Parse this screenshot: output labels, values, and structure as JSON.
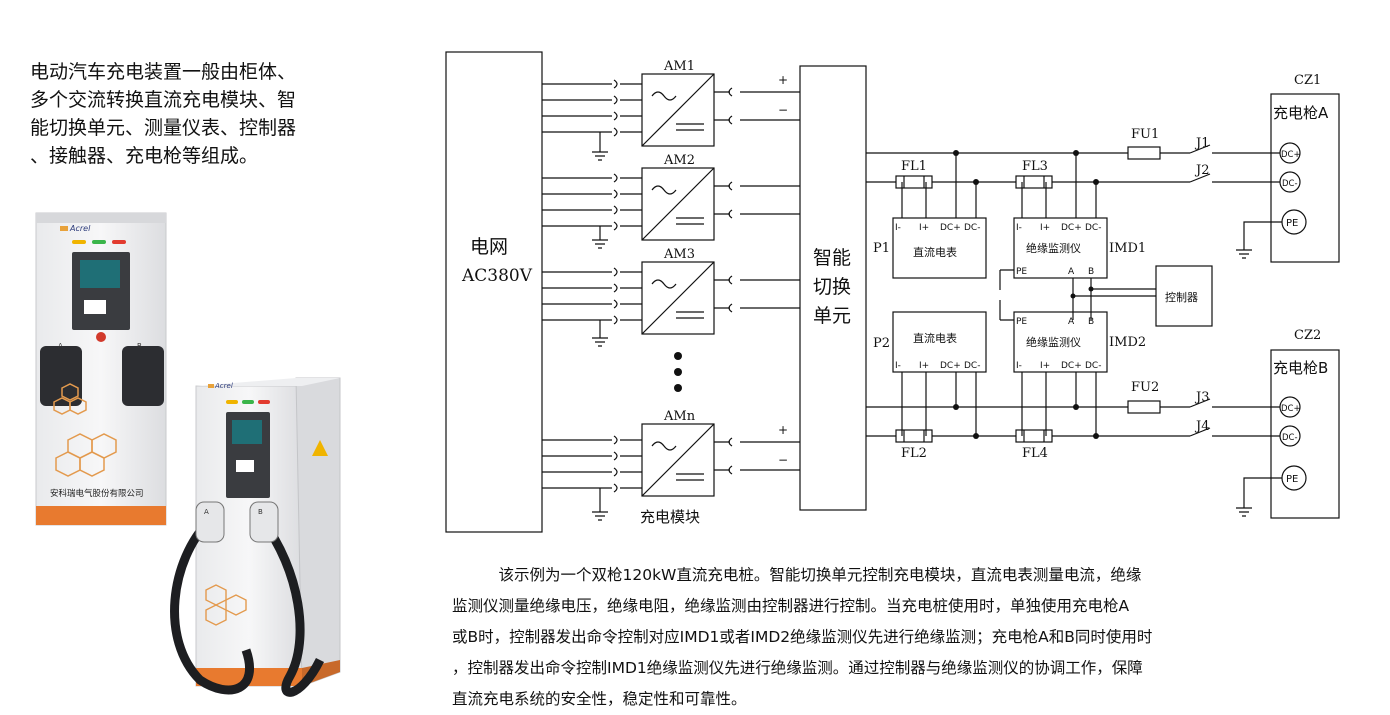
{
  "intro": {
    "lines": [
      "电动汽车充电装置一般由柜体、",
      "多个交流转换直流充电模块、智",
      "能切换单元、测量仪表、控制器",
      "、接触器、充电枪等组成。"
    ]
  },
  "product_image": {
    "brand": "Acrel",
    "company": "安科瑞电气股份有限公司",
    "gun_a": "A",
    "gun_b": "B"
  },
  "diagram": {
    "grid_label_1": "电网",
    "grid_label_2": "AC380V",
    "modules": [
      "AM1",
      "AM2",
      "AM3",
      "AMn"
    ],
    "module_group_label": "充电模块",
    "plus": "+",
    "minus": "−",
    "switch_unit": [
      "智能",
      "切换",
      "单元"
    ],
    "filters": [
      "FL1",
      "FL3",
      "FL2",
      "FL4"
    ],
    "fuses": [
      "FU1",
      "FU2"
    ],
    "contactors": [
      "J1",
      "J2",
      "J3",
      "J4"
    ],
    "p1": "P1",
    "p2": "P2",
    "dc_meter": "直流电表",
    "insulation_monitor": "绝缘监测仪",
    "imd1": "IMD1",
    "imd2": "IMD2",
    "controller": "控制器",
    "terminals_meter": [
      "I-",
      "I+",
      "DC+",
      "DC-"
    ],
    "pe": "PE",
    "a": "A",
    "b": "B",
    "cz1": "CZ1",
    "cz2": "CZ2",
    "gun_a": "充电枪A",
    "gun_b": "充电枪B",
    "dcp": "DC+",
    "dcm": "DC-"
  },
  "description": {
    "lines": [
      "　　　该示例为一个双枪120kW直流充电桩。智能切换单元控制充电模块，直流电表测量电流，绝缘",
      "监测仪测量绝缘电压，绝缘电阻，绝缘监测由控制器进行控制。当充电桩使用时，单独使用充电枪A",
      "或B时，控制器发出命令控制对应IMD1或者IMD2绝缘监测仪先进行绝缘监测；充电枪A和B同时使用时",
      "，控制器发出命令控制IMD1绝缘监测仪先进行绝缘监测。通过控制器与绝缘监测仪的协调工作，保障",
      "直流充电系统的安全性，稳定性和可靠性。"
    ]
  }
}
